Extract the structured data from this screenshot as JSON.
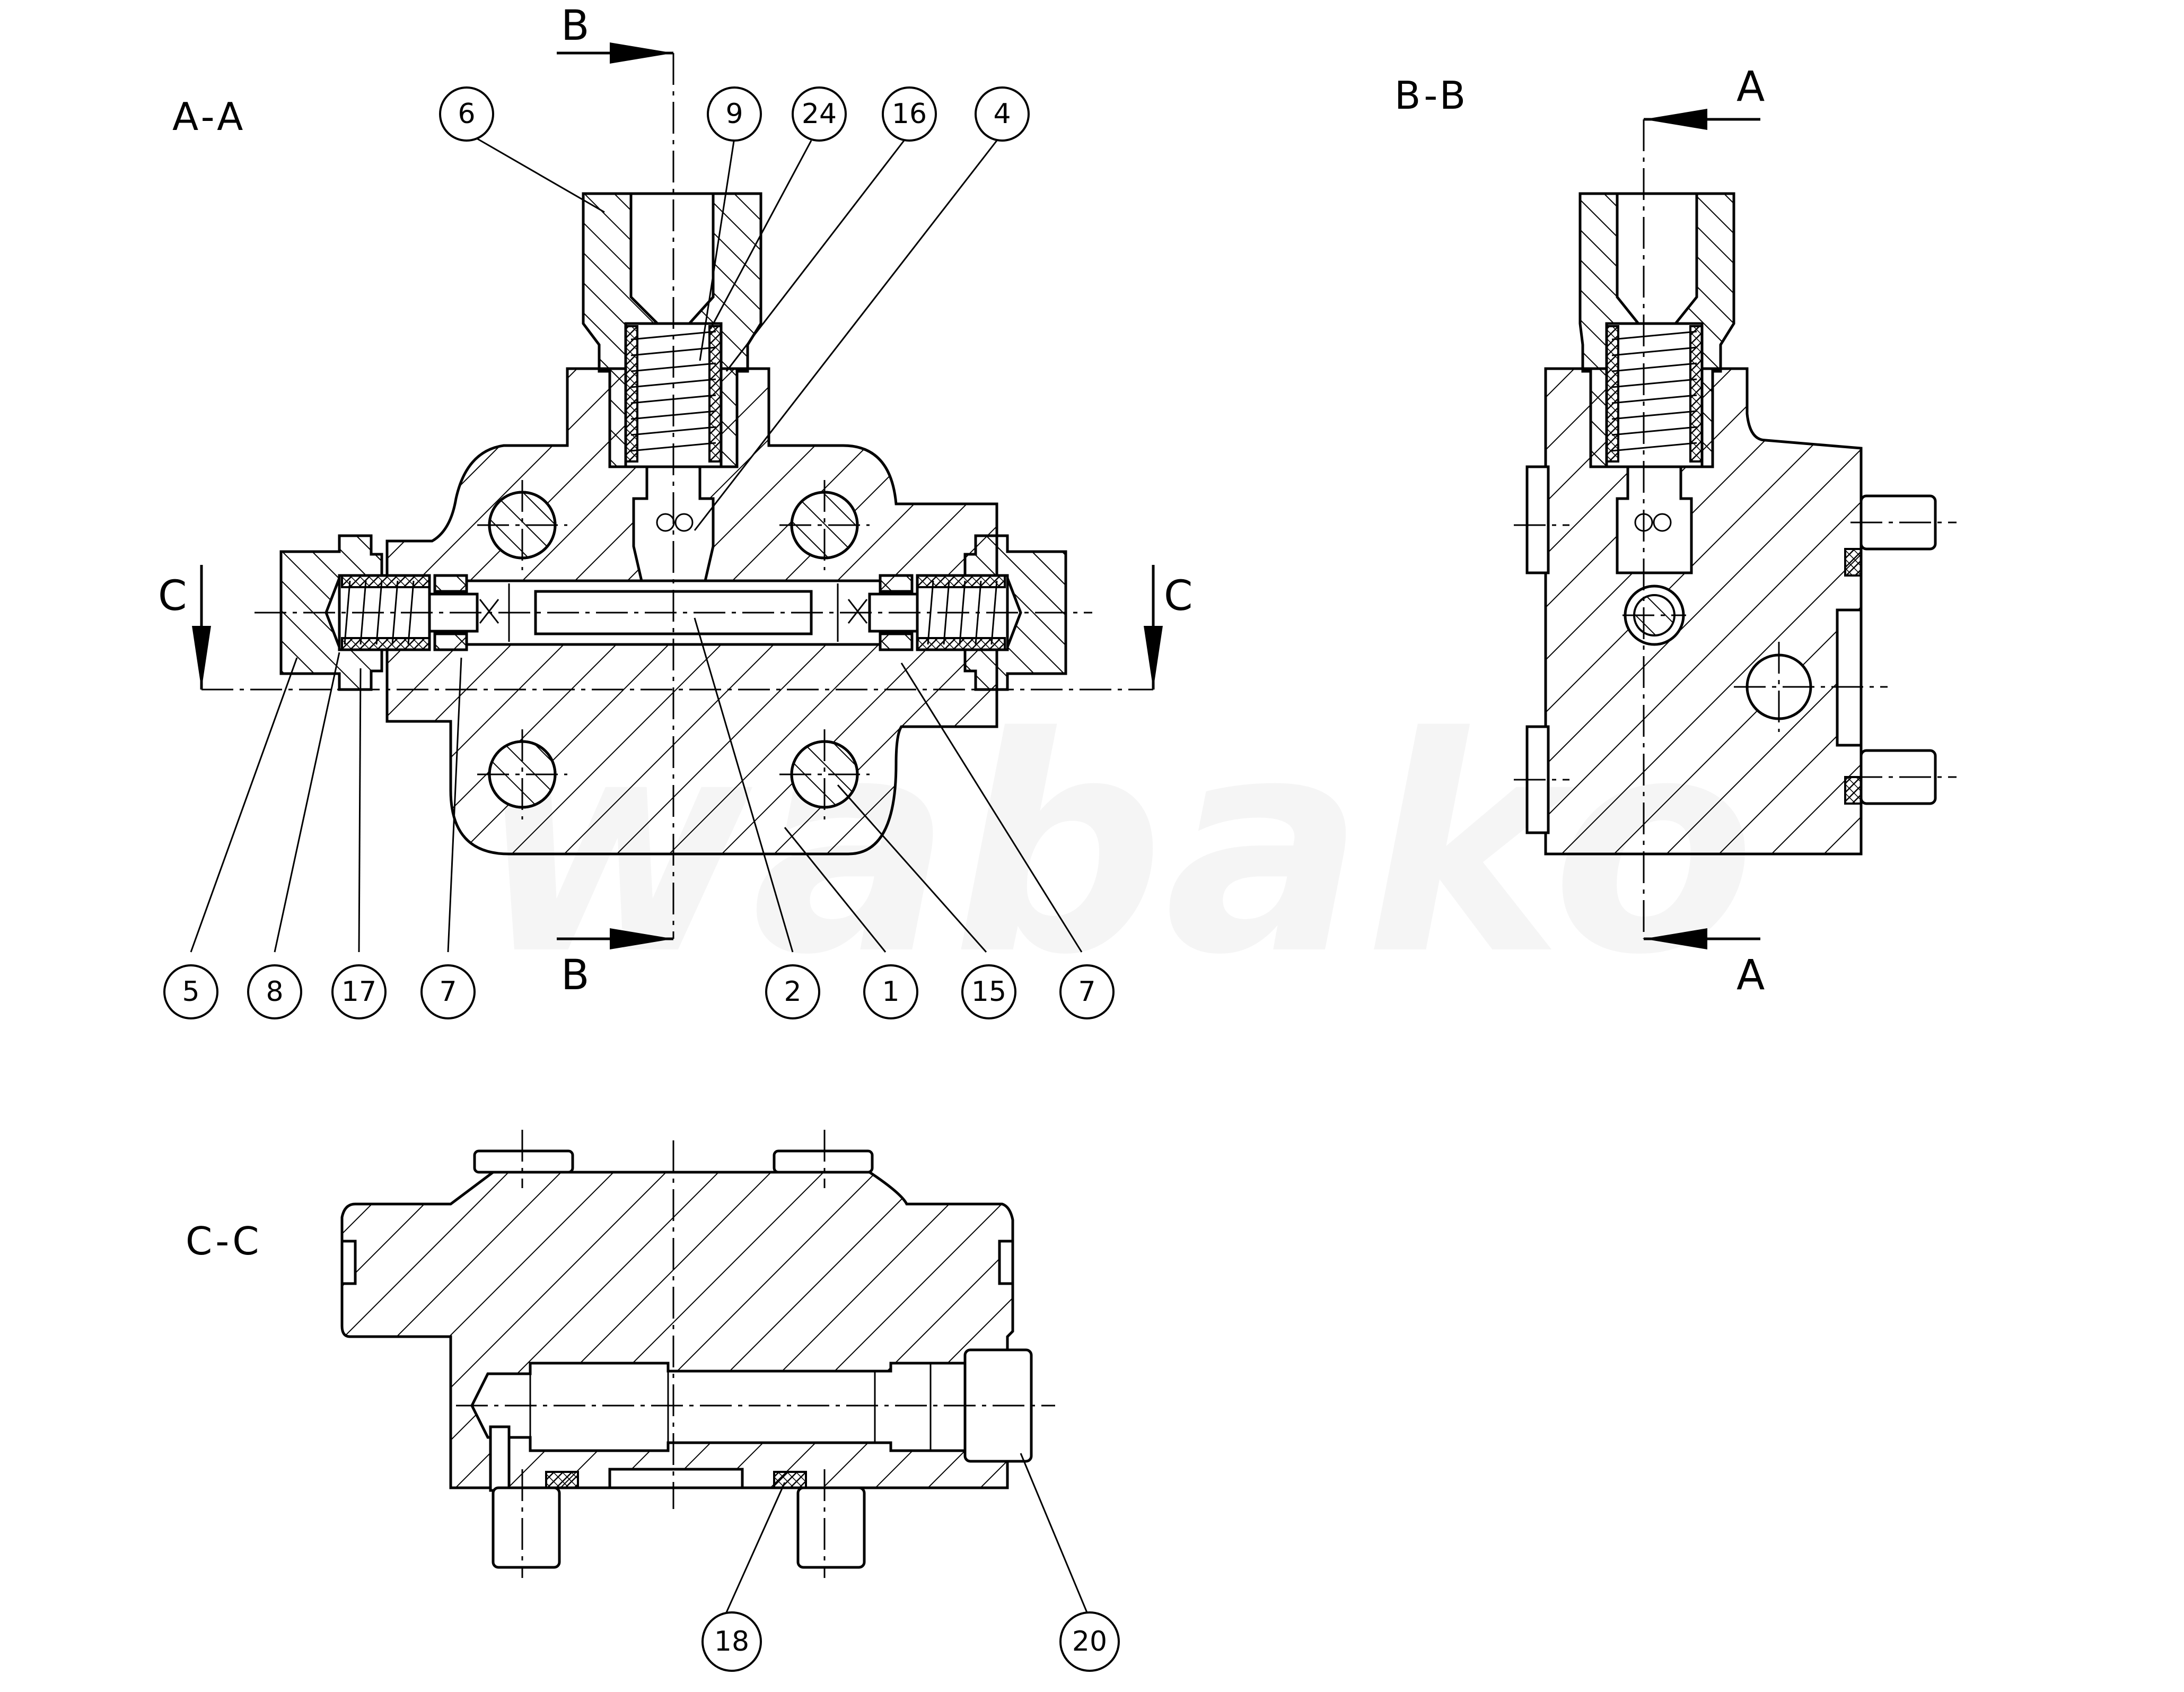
{
  "views": {
    "aa": "A-A",
    "bb": "B-B",
    "cc": "C-C"
  },
  "section_markers": {
    "b_top": "B",
    "b_bottom": "B",
    "a_top": "A",
    "a_bottom": "A",
    "c_left": "C",
    "c_right": "C"
  },
  "balloons_top": [
    "6",
    "9",
    "24",
    "16",
    "4"
  ],
  "balloons_bottom": [
    "5",
    "8",
    "17",
    "7",
    "2",
    "1",
    "15",
    "7"
  ],
  "balloons_cc": [
    "18",
    "20"
  ],
  "watermark": "wabako"
}
